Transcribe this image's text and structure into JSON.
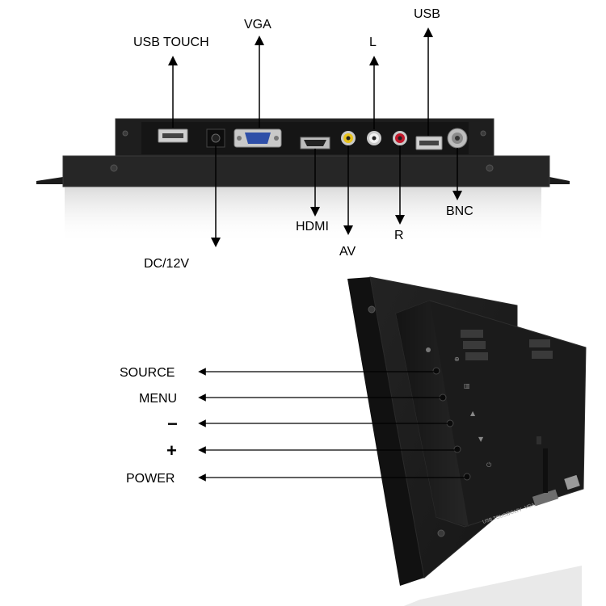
{
  "top_view": {
    "labels": {
      "usb_touch": "USB TOUCH",
      "vga": "VGA",
      "l": "L",
      "usb": "USB",
      "dc": "DC/12V",
      "hdmi": "HDMI",
      "av": "AV",
      "r": "R",
      "bnc": "BNC"
    }
  },
  "side_view": {
    "buttons": [
      {
        "label": "SOURCE"
      },
      {
        "label": "MENU"
      },
      {
        "label": "−"
      },
      {
        "label": "+"
      },
      {
        "label": "POWER"
      }
    ],
    "panel_print": {
      "usb_touch": "USB TOUCH",
      "dc": "DC12V",
      "vga": "VGA"
    }
  },
  "colors": {
    "chassis": "#1c1c1c",
    "chassis_edge": "#2e2e2e",
    "port_metal": "#c9c9c9",
    "av_yellow": "#e8c21a",
    "audio_red": "#c2182b",
    "vga_blue": "#2f4fa8"
  }
}
